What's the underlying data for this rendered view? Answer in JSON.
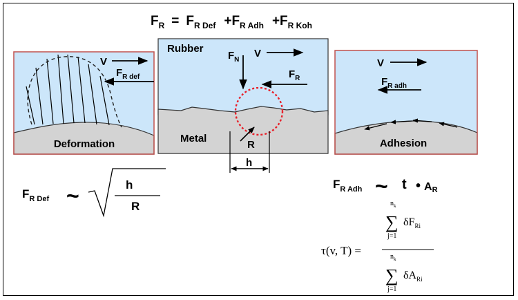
{
  "title_formula": {
    "lhs_main": "F",
    "lhs_sub": "R",
    "eq": "=",
    "t1_main": "F",
    "t1_sub": "R Def",
    "t2_main": "+F",
    "t2_sub": "R Adh",
    "t3_main": "+F",
    "t3_sub": "R Koh"
  },
  "panel_deformation": {
    "v_label": "V",
    "force_main": "F",
    "force_sub": "R def",
    "caption": "Deformation"
  },
  "panel_center": {
    "rubber_label": "Rubber",
    "metal_label": "Metal",
    "fn_main": "F",
    "fn_sub": "N",
    "v_label": "V",
    "fr_main": "F",
    "fr_sub": "R",
    "r_label": "R",
    "h_label": "h"
  },
  "panel_adhesion": {
    "v_label": "V",
    "force_main": "F",
    "force_sub": "R adh",
    "caption": "Adhesion"
  },
  "formula_def": {
    "lhs_main": "F",
    "lhs_sub": "R Def",
    "tilde": "~",
    "numerator": "h",
    "denominator": "R"
  },
  "formula_adh": {
    "lhs_main": "F",
    "lhs_sub": "R Adh",
    "tilde": "~",
    "t": "t",
    "dot": "•",
    "a_main": "A",
    "a_sub": "R"
  },
  "formula_tau": {
    "lhs": "τ(v, T) =",
    "num_sum_top": "n",
    "num_sum_top_sub": "k",
    "num_sum_bottom": "j=1",
    "num_term": "δF",
    "num_term_sub": "Ri",
    "den_sum_top": "n",
    "den_sum_top_sub": "k",
    "den_sum_bottom": "j=1",
    "den_term": "δA",
    "den_term_sub": "Ri",
    "sigma": "∑"
  },
  "colors": {
    "rubber_fill": "#cce6fa",
    "metal_fill": "#d3d3d3",
    "contact_circle": "#e8202a",
    "panel_border_red": "#c0504d"
  }
}
